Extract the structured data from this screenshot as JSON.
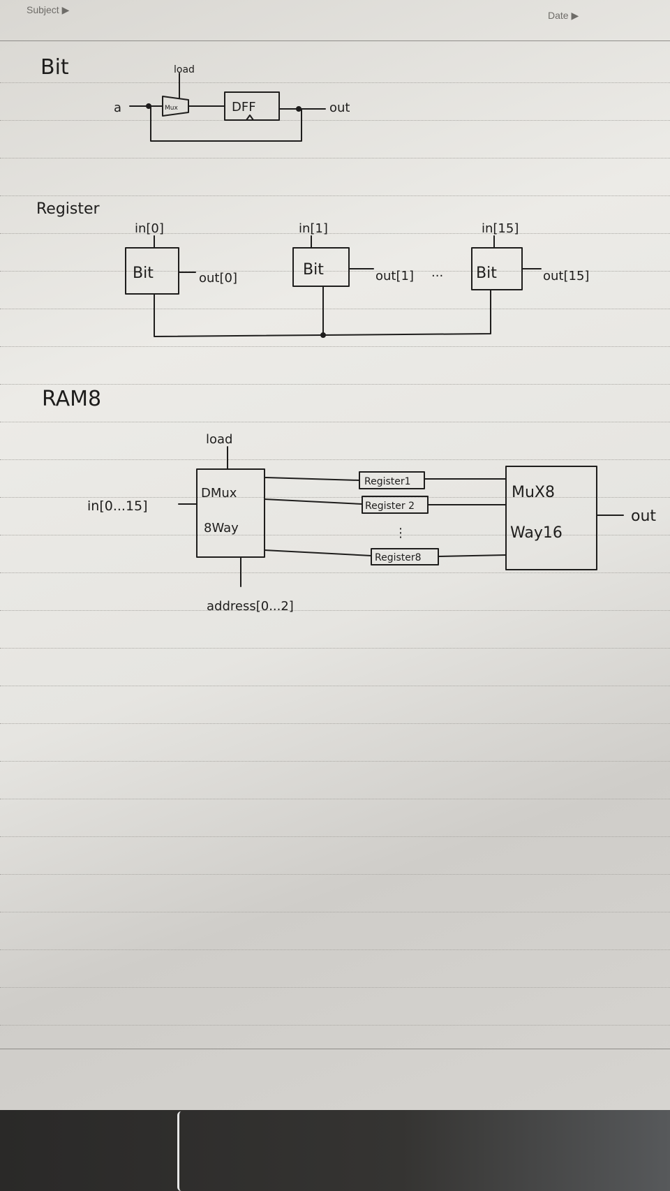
{
  "header": {
    "subject_label": "Subject ▶",
    "date_label": "Date ▶"
  },
  "sections": {
    "bit": {
      "title": "Bit",
      "labels": {
        "input": "a",
        "load": "load",
        "mux": "Mux",
        "dff": "DFF",
        "output": "out"
      }
    },
    "register": {
      "title": "Register",
      "cells": [
        {
          "in": "in[0]",
          "box": "Bit",
          "out": "out[0]"
        },
        {
          "in": "in[1]",
          "box": "Bit",
          "out": "out[1]"
        },
        {
          "in": "in[15]",
          "box": "Bit",
          "out": "out[15]"
        }
      ],
      "ellipsis": "···"
    },
    "ram8": {
      "title": "RAM8",
      "labels": {
        "load": "load",
        "input": "in[0...15]",
        "dmux_line1": "DMux",
        "dmux_line2": "8Way",
        "address": "address[0...2]",
        "register1": "Register1",
        "register2": "Register 2",
        "vdots": "⋮",
        "register8": "Register8",
        "mux_line1": "MuX8",
        "mux_line2": "Way16",
        "output": "out"
      }
    }
  },
  "colors": {
    "ink": "#1e1d1c",
    "paper": "#e6e5e1",
    "rule": "#a9a7a2",
    "table": "#2f2e2c"
  }
}
